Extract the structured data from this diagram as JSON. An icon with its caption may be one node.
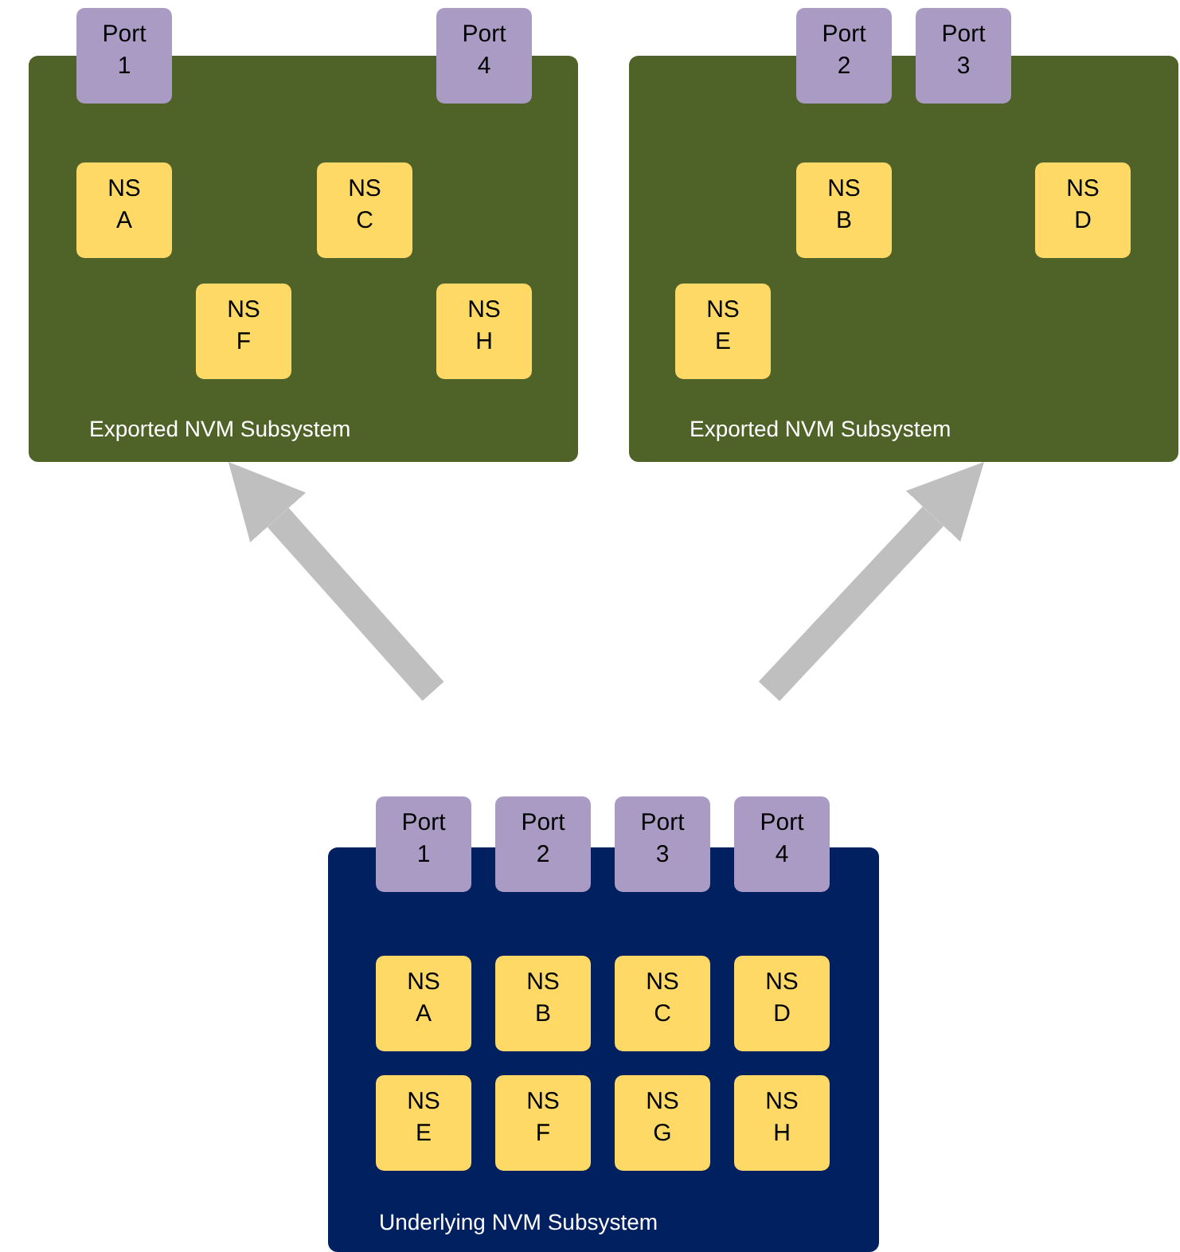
{
  "diagram": {
    "nodes": [
      {
        "text": [
          "Exported NVM Subsystem"
        ]
      },
      {
        "text": [
          "Port 1"
        ]
      },
      {
        "text": [
          "Port 4"
        ]
      },
      {
        "text": [
          "NS A"
        ],
        "in": 0
      },
      {
        "text": [
          "NS C"
        ],
        "in": 0
      },
      {
        "text": [
          "NS F"
        ],
        "in": 0
      },
      {
        "text": [
          "NS H"
        ],
        "in": 0
      },
      {
        "text": [
          "Exported NVM Subsystem"
        ]
      },
      {
        "text": [
          "Port 2"
        ]
      },
      {
        "text": [
          "Port 3"
        ]
      },
      {
        "text": [
          "NS B"
        ],
        "in": 7
      },
      {
        "text": [
          "NS D"
        ],
        "in": 7
      },
      {
        "text": [
          "NS E"
        ],
        "in": 7
      },
      {
        "text": [
          "Underlying NVM Subsystem"
        ]
      },
      {
        "text": [
          "Port 1"
        ]
      },
      {
        "text": [
          "Port 2"
        ]
      },
      {
        "text": [
          "Port 3"
        ]
      },
      {
        "text": [
          "Port 4"
        ]
      },
      {
        "text": [
          "NS A"
        ],
        "in": 13
      },
      {
        "text": [
          "NS B"
        ],
        "in": 13
      },
      {
        "text": [
          "NS C"
        ],
        "in": 13
      },
      {
        "text": [
          "NS D"
        ],
        "in": 13
      },
      {
        "text": [
          "NS E"
        ],
        "in": 13
      },
      {
        "text": [
          "NS F"
        ],
        "in": 13
      },
      {
        "text": [
          "NS G"
        ],
        "in": 13
      },
      {
        "text": [
          "NS H"
        ],
        "in": 13
      }
    ],
    "edges": [
      {
        "from": null,
        "to": 0,
        "arrow": "to"
      },
      {
        "from": null,
        "to": 7,
        "arrow": "to"
      }
    ]
  }
}
